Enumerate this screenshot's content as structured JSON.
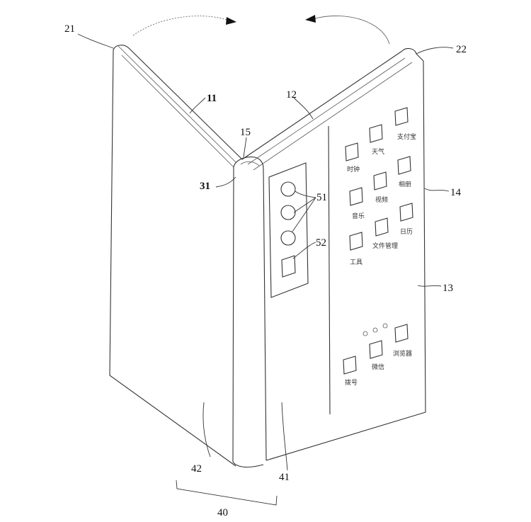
{
  "labels": {
    "r11": "11",
    "r12": "12",
    "r13": "13",
    "r14": "14",
    "r15": "15",
    "r21": "21",
    "r22": "22",
    "r31": "31",
    "r40": "40",
    "r41": "41",
    "r42": "42",
    "r51": "51",
    "r52": "52"
  },
  "apps": {
    "clock": "时钟",
    "weather": "天气",
    "alipay": "支付宝",
    "music": "音乐",
    "video": "视频",
    "photos": "相册",
    "tools": "工具",
    "files": "文件管理",
    "calendar": "日历",
    "phone": "拨号",
    "wechat": "微信",
    "browser": "浏览器"
  }
}
